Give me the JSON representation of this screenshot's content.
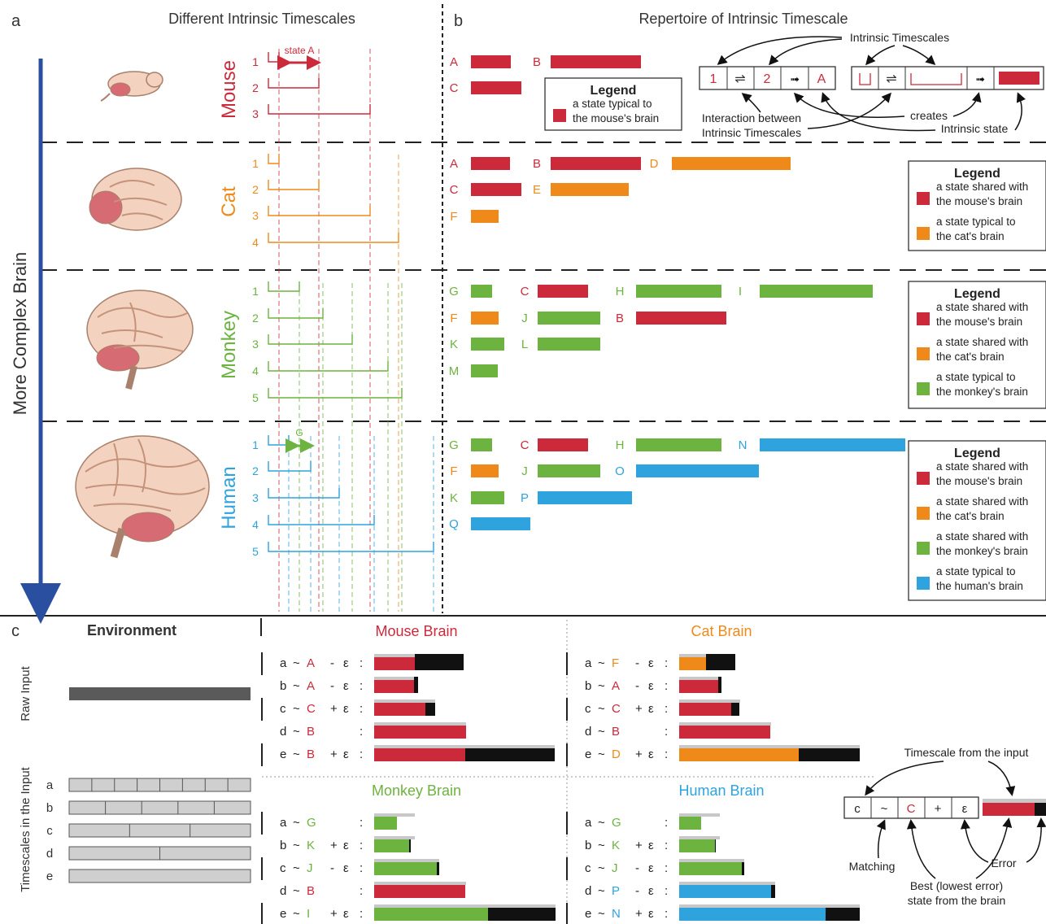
{
  "colors": {
    "mouse": "#cc2a3b",
    "cat": "#ef8a1a",
    "monkey": "#6db33f",
    "human": "#2ea3de",
    "axis": "#2a4fa0",
    "gray": "#c8c8c8",
    "dark": "#5a5a5a",
    "black": "#111111"
  },
  "panel_a": {
    "letter": "a",
    "title": "Different Intrinsic Timescales",
    "axis_label": "More Complex Brain",
    "state_a_label": "state A",
    "g_label": "G",
    "species": [
      {
        "name": "Mouse",
        "key": "mouse",
        "rows": [
          "1",
          "2",
          "3"
        ]
      },
      {
        "name": "Cat",
        "key": "cat",
        "rows": [
          "1",
          "2",
          "3",
          "4"
        ]
      },
      {
        "name": "Monkey",
        "key": "monkey",
        "rows": [
          "1",
          "2",
          "3",
          "4",
          "5"
        ]
      },
      {
        "name": "Human",
        "key": "human",
        "rows": [
          "1",
          "2",
          "3",
          "4",
          "5"
        ]
      }
    ]
  },
  "panel_b": {
    "letter": "b",
    "title": "Repertoire of Intrinsic Timescale",
    "diagram": {
      "intrinsic_timescales": "Intrinsic Timescales",
      "box_1": "1",
      "box_swap": "⇌",
      "box_2": "2",
      "box_arrow": "➟",
      "box_a": "A",
      "interaction": "Interaction between Intrinsic Timescales",
      "interaction_l1": "Interaction between",
      "interaction_l2": "Intrinsic Timescales",
      "creates": "creates",
      "intrinsic_state": "Intrinsic state"
    },
    "legends": {
      "mouse": {
        "title": "Legend",
        "items": [
          {
            "color": "mouse",
            "l1": "a state typical to",
            "l2": "the mouse's brain"
          }
        ]
      },
      "cat": {
        "title": "Legend",
        "items": [
          {
            "color": "mouse",
            "l1": "a state shared with",
            "l2": "the mouse's brain"
          },
          {
            "color": "cat",
            "l1": "a state typical to",
            "l2": "the cat's brain"
          }
        ]
      },
      "monkey": {
        "title": "Legend",
        "items": [
          {
            "color": "mouse",
            "l1": "a state shared with",
            "l2": "the mouse's brain"
          },
          {
            "color": "cat",
            "l1": "a state shared with",
            "l2": "the cat's brain"
          },
          {
            "color": "monkey",
            "l1": "a state typical to",
            "l2": "the monkey's brain"
          }
        ]
      },
      "human": {
        "title": "Legend",
        "items": [
          {
            "color": "mouse",
            "l1": "a state shared with",
            "l2": "the mouse's brain"
          },
          {
            "color": "cat",
            "l1": "a state shared with",
            "l2": "the cat's brain"
          },
          {
            "color": "monkey",
            "l1": "a state shared with",
            "l2": "the monkey's brain"
          },
          {
            "color": "human",
            "l1": "a state typical to",
            "l2": "the human's brain"
          }
        ]
      }
    },
    "states": {
      "mouse": [
        "A",
        "B",
        "C"
      ],
      "cat": [
        "A",
        "B",
        "D",
        "C",
        "E",
        "F"
      ],
      "monkey": [
        "G",
        "C",
        "H",
        "I",
        "F",
        "J",
        "B",
        "K",
        "L",
        "M"
      ],
      "human": [
        "G",
        "C",
        "H",
        "N",
        "F",
        "J",
        "O",
        "K",
        "P",
        "Q"
      ]
    }
  },
  "panel_c": {
    "letter": "c",
    "environment": "Environment",
    "raw_input": "Raw Input",
    "timescales_input": "Timescales in the Input",
    "rows": [
      "a",
      "b",
      "c",
      "d",
      "e"
    ],
    "brains": [
      {
        "title": "Mouse Brain",
        "key": "mouse",
        "lines": [
          {
            "in": "a",
            "s": "A",
            "sc": "mouse",
            "op": "-"
          },
          {
            "in": "b",
            "s": "A",
            "sc": "mouse",
            "op": "-"
          },
          {
            "in": "c",
            "s": "C",
            "sc": "mouse",
            "op": "+"
          },
          {
            "in": "d",
            "s": "B",
            "sc": "mouse",
            "op": ""
          },
          {
            "in": "e",
            "s": "B",
            "sc": "mouse",
            "op": "+"
          }
        ]
      },
      {
        "title": "Cat Brain",
        "key": "cat",
        "lines": [
          {
            "in": "a",
            "s": "F",
            "sc": "cat",
            "op": "-"
          },
          {
            "in": "b",
            "s": "A",
            "sc": "mouse",
            "op": "-"
          },
          {
            "in": "c",
            "s": "C",
            "sc": "mouse",
            "op": "+"
          },
          {
            "in": "d",
            "s": "B",
            "sc": "mouse",
            "op": ""
          },
          {
            "in": "e",
            "s": "D",
            "sc": "cat",
            "op": "+"
          }
        ]
      },
      {
        "title": "Monkey Brain",
        "key": "monkey",
        "lines": [
          {
            "in": "a",
            "s": "G",
            "sc": "monkey",
            "op": ""
          },
          {
            "in": "b",
            "s": "K",
            "sc": "monkey",
            "op": "+"
          },
          {
            "in": "c",
            "s": "J",
            "sc": "monkey",
            "op": "-"
          },
          {
            "in": "d",
            "s": "B",
            "sc": "mouse",
            "op": ""
          },
          {
            "in": "e",
            "s": "I",
            "sc": "monkey",
            "op": "+"
          }
        ]
      },
      {
        "title": "Human Brain",
        "key": "human",
        "lines": [
          {
            "in": "a",
            "s": "G",
            "sc": "monkey",
            "op": ""
          },
          {
            "in": "b",
            "s": "K",
            "sc": "monkey",
            "op": "+"
          },
          {
            "in": "c",
            "s": "J",
            "sc": "monkey",
            "op": "-"
          },
          {
            "in": "d",
            "s": "P",
            "sc": "human",
            "op": "-"
          },
          {
            "in": "e",
            "s": "N",
            "sc": "human",
            "op": "+"
          }
        ]
      }
    ],
    "tilde": "~",
    "epsilon": "ε",
    "colon": ":",
    "explain": {
      "timescale_from_input": "Timescale from the input",
      "c": "c",
      "tilde": "~",
      "C": "C",
      "plus": "+",
      "eps": "ε",
      "matching": "Matching",
      "error": "Error",
      "best": "Best (lowest error)",
      "best2": "state from the brain"
    }
  }
}
